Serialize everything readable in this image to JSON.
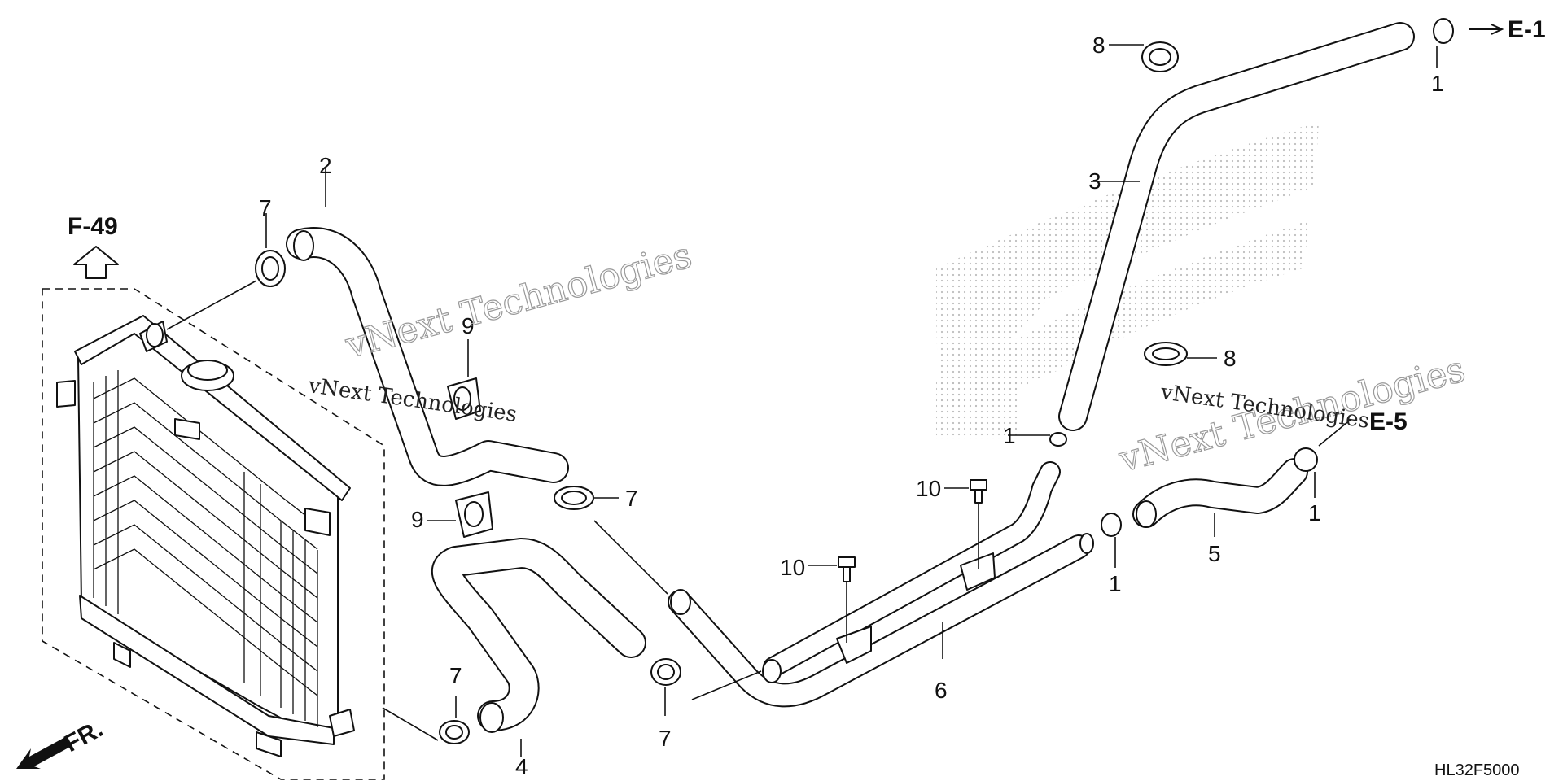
{
  "diagram": {
    "ref_labels": {
      "f49": "F-49",
      "e1": "E-1",
      "e5": "E-5",
      "fr": "FR."
    },
    "part_code": "HL32F5000",
    "watermark": "vNext Technologies",
    "callouts": [
      "1",
      "1",
      "1",
      "1",
      "2",
      "3",
      "4",
      "5",
      "6",
      "7",
      "7",
      "7",
      "7",
      "8",
      "8",
      "9",
      "9",
      "10",
      "10"
    ]
  }
}
